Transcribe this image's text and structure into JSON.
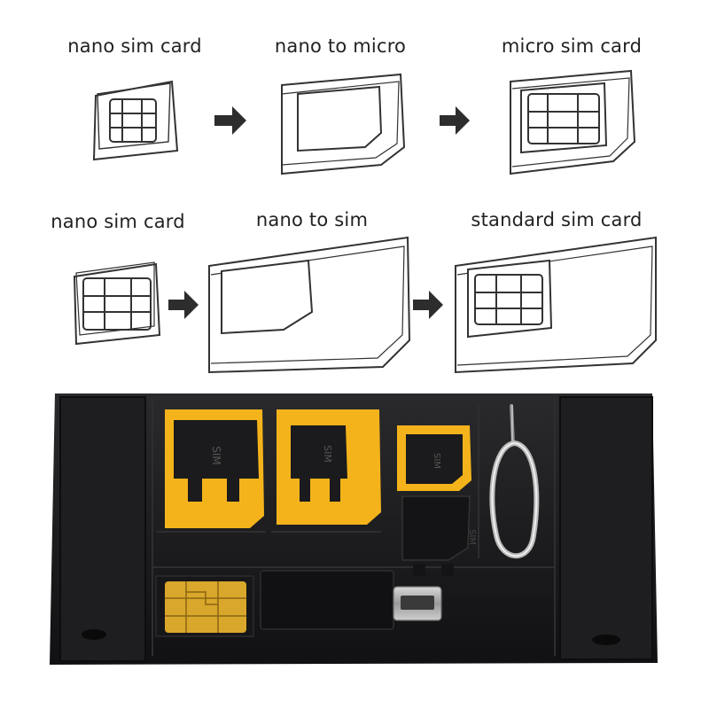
{
  "labels": {
    "nano_sim_card_1": "nano sim card",
    "nano_to_micro": "nano to micro",
    "micro_sim_card": "micro sim card",
    "nano_sim_card_2": "nano sim card",
    "nano_to_sim": "nano to sim",
    "standard_sim_card": "standard sim card"
  },
  "tray_markings": {
    "adapter_1": "SIM",
    "adapter_2": "SIM",
    "adapter_3": "SIM",
    "reader": "SIM"
  },
  "colors": {
    "adapter_yellow": "#f5b31b",
    "tray_black": "#1b1b1d",
    "contact_gold": "#d9a72b",
    "line_drawing": "#333333"
  }
}
